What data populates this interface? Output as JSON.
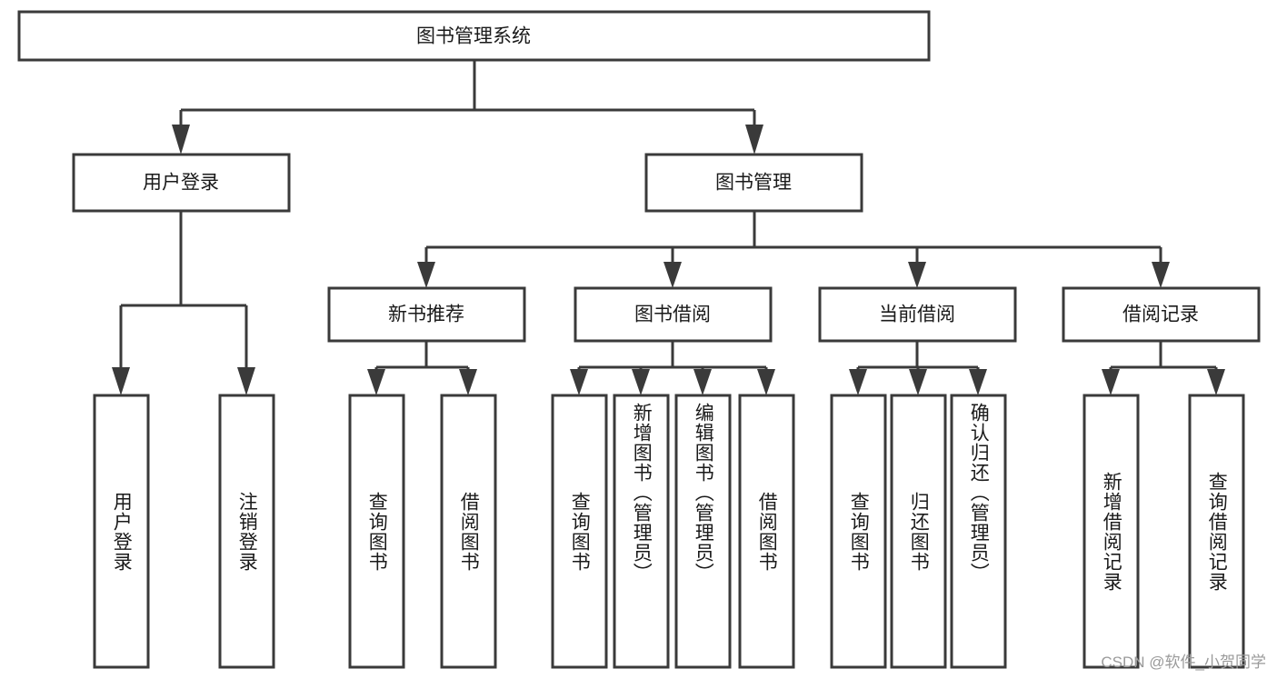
{
  "diagram": {
    "title": "图书管理系统",
    "type": "tree",
    "orientation": "top-down",
    "colors": {
      "box_fill": "#ffffff",
      "box_stroke": "#3a3a3a",
      "connector": "#3a3a3a",
      "text": "#1a1a1a",
      "background": "#ffffff",
      "watermark": "#9a9a9a"
    },
    "root": {
      "label": "图书管理系统",
      "id": "root-system"
    },
    "level2": [
      {
        "id": "user-login",
        "label": "用户登录"
      },
      {
        "id": "book-management",
        "label": "图书管理"
      }
    ],
    "level3": [
      {
        "id": "new-book-recommend",
        "label": "新书推荐",
        "parent": "book-management"
      },
      {
        "id": "book-borrow",
        "label": "图书借阅",
        "parent": "book-management"
      },
      {
        "id": "current-borrow",
        "label": "当前借阅",
        "parent": "book-management"
      },
      {
        "id": "borrow-record",
        "label": "借阅记录",
        "parent": "book-management"
      }
    ],
    "leaves": [
      {
        "id": "leaf-user-login",
        "label": "用户登录",
        "parent": "user-login"
      },
      {
        "id": "leaf-logout-login",
        "label": "注销登录",
        "parent": "user-login"
      },
      {
        "id": "leaf-query-book-1",
        "label": "查询图书",
        "parent": "new-book-recommend"
      },
      {
        "id": "leaf-borrow-book-1",
        "label": "借阅图书",
        "parent": "new-book-recommend"
      },
      {
        "id": "leaf-query-book-2",
        "label": "查询图书",
        "parent": "book-borrow"
      },
      {
        "id": "leaf-add-book",
        "label": "新增图书（管理员）",
        "parent": "book-borrow"
      },
      {
        "id": "leaf-edit-book",
        "label": "编辑图书（管理员）",
        "parent": "book-borrow"
      },
      {
        "id": "leaf-borrow-book-2",
        "label": "借阅图书",
        "parent": "book-borrow"
      },
      {
        "id": "leaf-query-book-3",
        "label": "查询图书",
        "parent": "current-borrow"
      },
      {
        "id": "leaf-return-book",
        "label": "归还图书",
        "parent": "current-borrow"
      },
      {
        "id": "leaf-confirm-return",
        "label": "确认归还（管理员）",
        "parent": "current-borrow"
      },
      {
        "id": "leaf-add-record",
        "label": "新增借阅记录",
        "parent": "borrow-record"
      },
      {
        "id": "leaf-query-record",
        "label": "查询借阅记录",
        "parent": "borrow-record"
      }
    ],
    "watermark": "CSDN @软件_小贺同学"
  }
}
